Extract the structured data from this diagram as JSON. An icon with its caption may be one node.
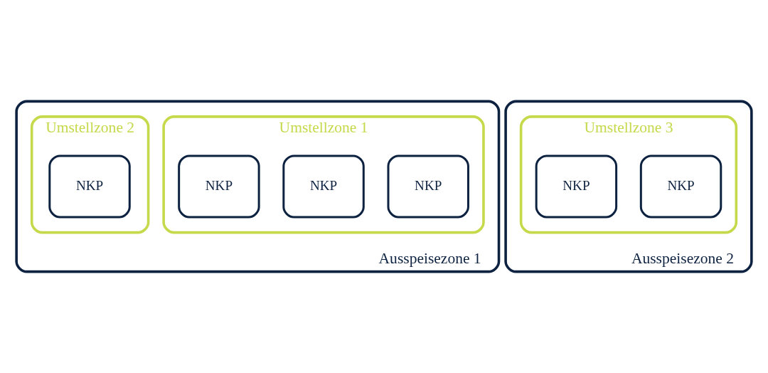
{
  "diagram": {
    "nodes": [
      {
        "text": [
          "Ausspeisezone 1"
        ]
      },
      {
        "text": [
          "Umstellzone 1"
        ],
        "in": 0
      },
      {
        "text": [
          "NKP"
        ],
        "in": 1
      },
      {
        "text": [
          "NKP"
        ],
        "in": 1
      },
      {
        "text": [
          "NKP"
        ],
        "in": 1
      },
      {
        "text": [
          "Umstellzone 2"
        ],
        "in": 0
      },
      {
        "text": [
          "NKP"
        ],
        "in": 5
      },
      {
        "text": [
          "Ausspeisezone 2"
        ]
      },
      {
        "text": [
          "Umstellzone 3"
        ],
        "in": 7
      },
      {
        "text": [
          "NKP"
        ],
        "in": 8
      },
      {
        "text": [
          "NKP"
        ],
        "in": 8
      }
    ],
    "edges": []
  }
}
